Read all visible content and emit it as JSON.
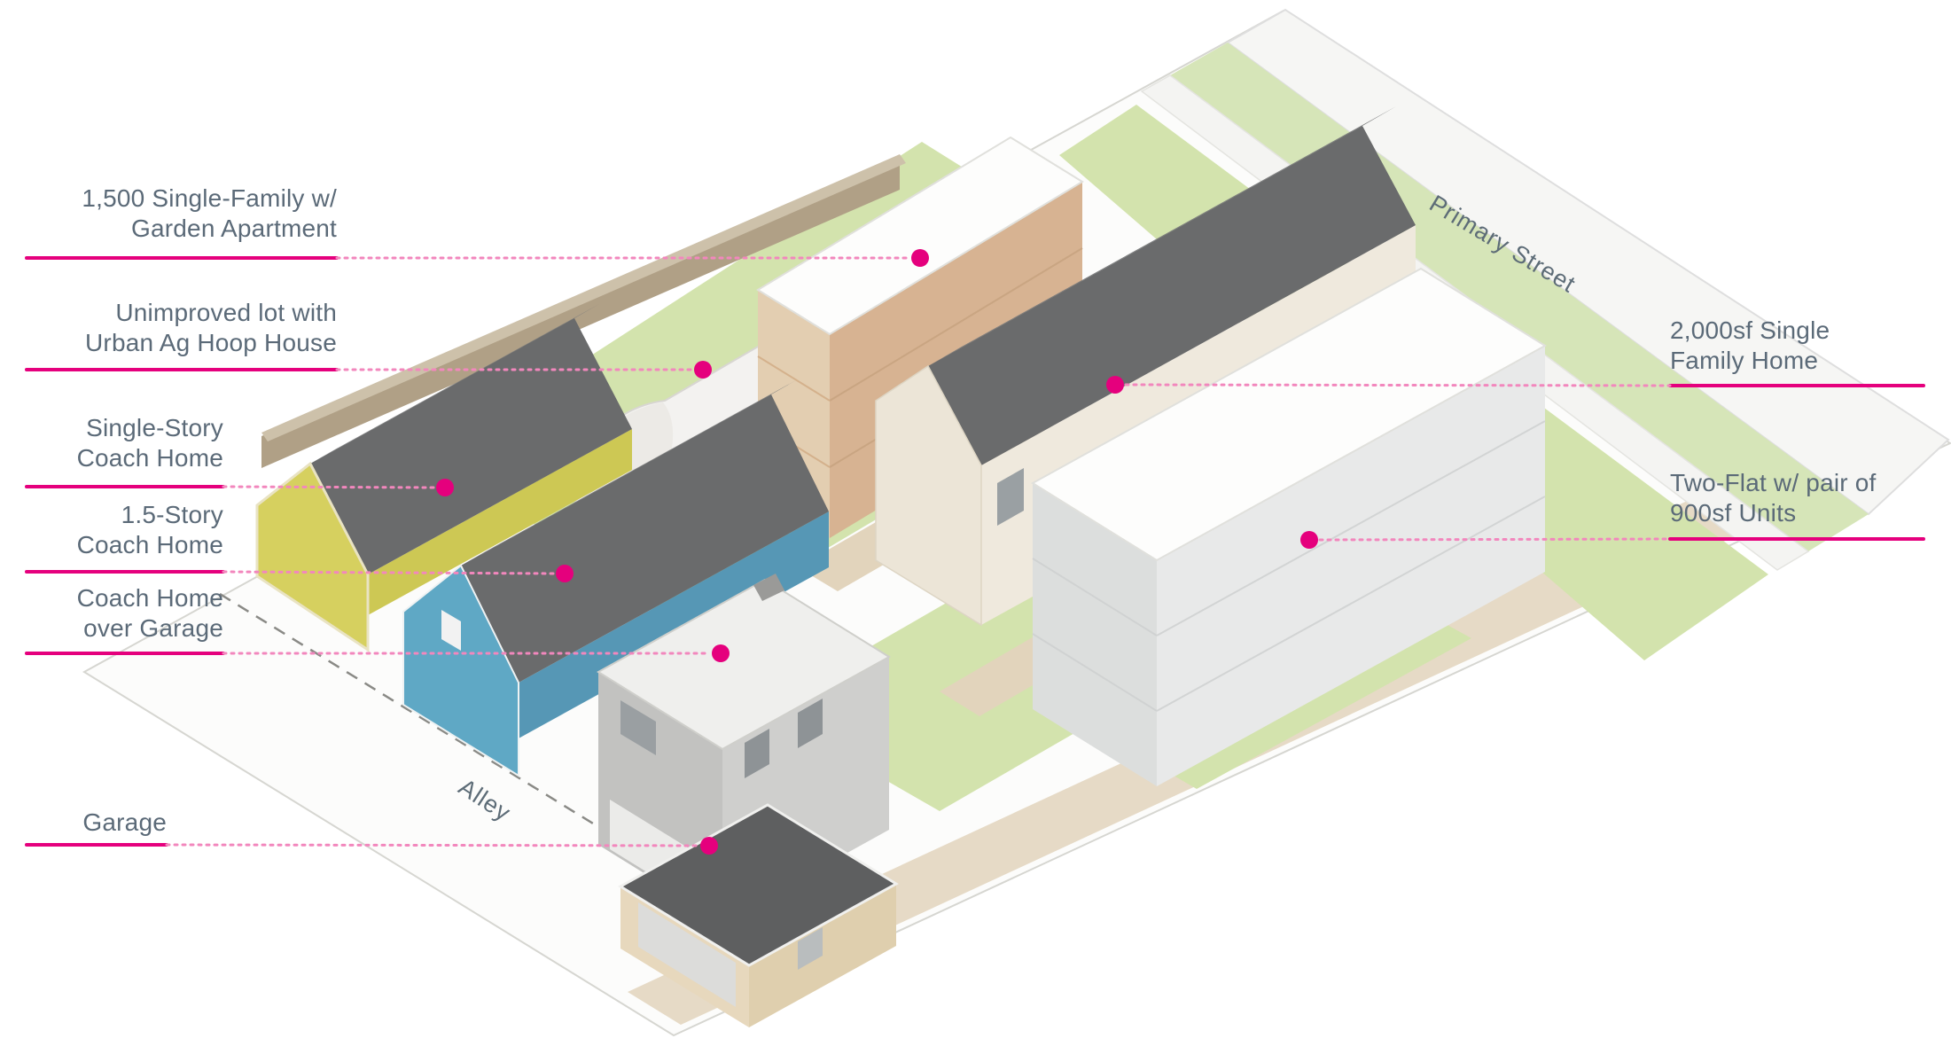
{
  "callouts": [
    {
      "id": "single-family-1500",
      "lines": [
        "1,500 Single-Family w/",
        "Garden Apartment"
      ]
    },
    {
      "id": "hoop-house",
      "lines": [
        "Unimproved lot with",
        "Urban Ag Hoop House"
      ]
    },
    {
      "id": "single-story-coach",
      "lines": [
        "Single-Story",
        "Coach Home"
      ]
    },
    {
      "id": "coach-1-5-story",
      "lines": [
        "1.5-Story",
        "Coach Home"
      ]
    },
    {
      "id": "coach-over-garage",
      "lines": [
        "Coach Home",
        "over Garage"
      ]
    },
    {
      "id": "garage",
      "lines": [
        "Garage"
      ]
    },
    {
      "id": "single-family-2000",
      "lines": [
        "2,000sf Single",
        "Family Home"
      ]
    },
    {
      "id": "two-flat",
      "lines": [
        "Two-Flat w/ pair of",
        "900sf Units"
      ]
    }
  ],
  "streets": {
    "primary": "Primary Street",
    "alley": "Alley"
  },
  "colors": {
    "accent": "#e5007d",
    "accent_soft": "#f287bd",
    "label_text": "#5b6a78",
    "roof_dark": "#6a6b6c",
    "wall_tan": "#d7b392",
    "wall_blue": "#5fa8c5",
    "wall_yellow": "#d6d05f",
    "wall_gray": "#c2c2c0",
    "lawn": "#d3e3ad",
    "walkway": "#e2d4bc",
    "street": "#f6f6f4"
  }
}
